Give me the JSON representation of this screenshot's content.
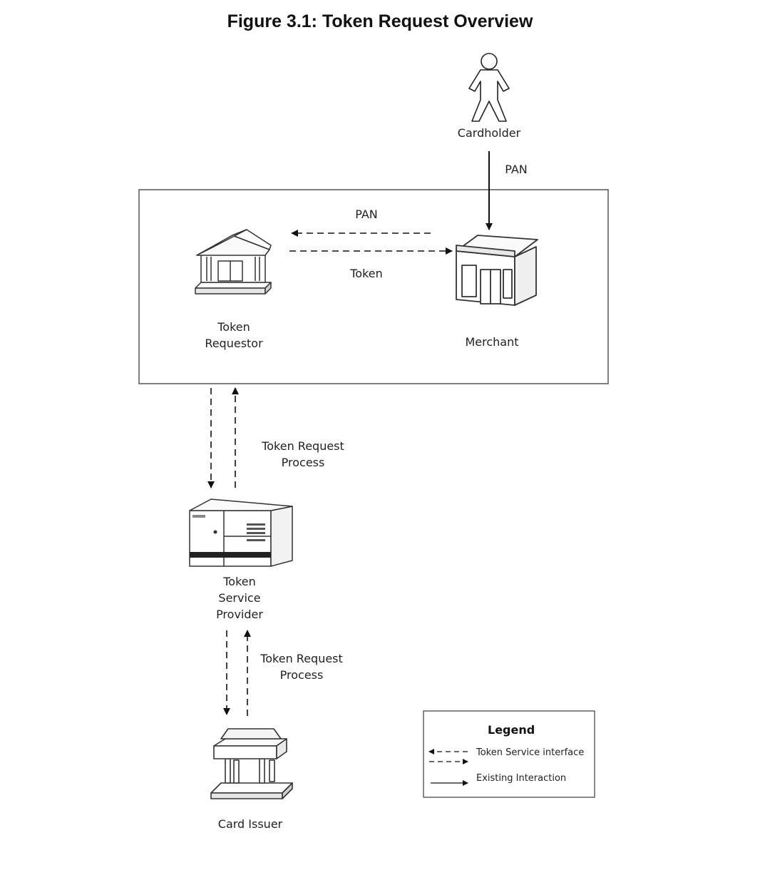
{
  "figure": {
    "title": "Figure 3.1: Token Request Overview"
  },
  "nodes": {
    "cardholder": "Cardholder",
    "token_requestor": [
      "Token",
      "Requestor"
    ],
    "merchant": "Merchant",
    "token_service_provider": [
      "Token",
      "Service",
      "Provider"
    ],
    "card_issuer": "Card Issuer"
  },
  "edges": {
    "cardholder_to_merchant": "PAN",
    "merchant_to_requestor": "PAN",
    "requestor_to_merchant": "Token",
    "requestor_tsp": [
      "Token Request",
      "Process"
    ],
    "tsp_issuer": [
      "Token Request",
      "Process"
    ]
  },
  "legend": {
    "title": "Legend",
    "items": [
      {
        "label": "Token Service interface",
        "style": "dashed-bidirectional"
      },
      {
        "label": "Existing Interaction",
        "style": "solid"
      }
    ]
  }
}
